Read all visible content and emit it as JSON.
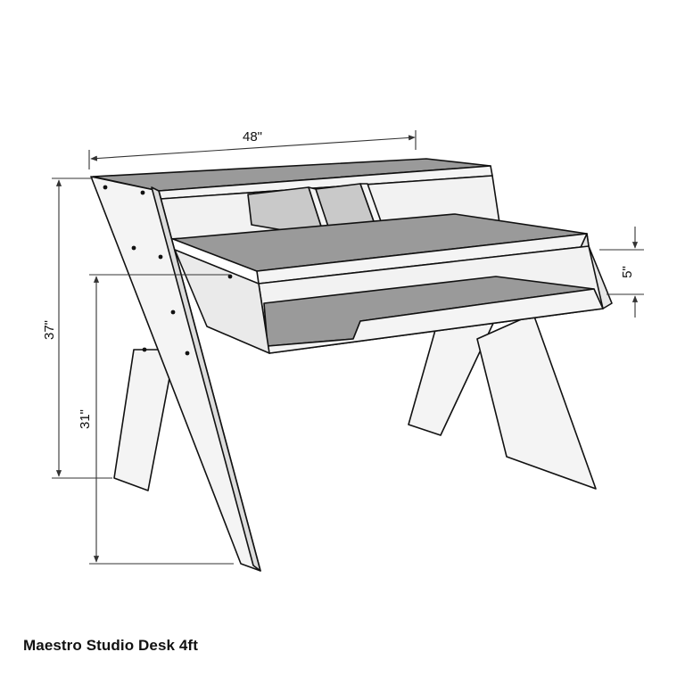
{
  "dimensions": {
    "width": "48\"",
    "total_height": "37\"",
    "desk_height": "31\"",
    "shelf_gap": "5\""
  },
  "caption": "Maestro Studio Desk 4ft",
  "colors": {
    "outline": "#111111",
    "panel_white": "#f4f4f4",
    "panel_gray": "#9a9a9a",
    "panel_mid": "#c9c9c9",
    "dimension_line": "#333333"
  }
}
